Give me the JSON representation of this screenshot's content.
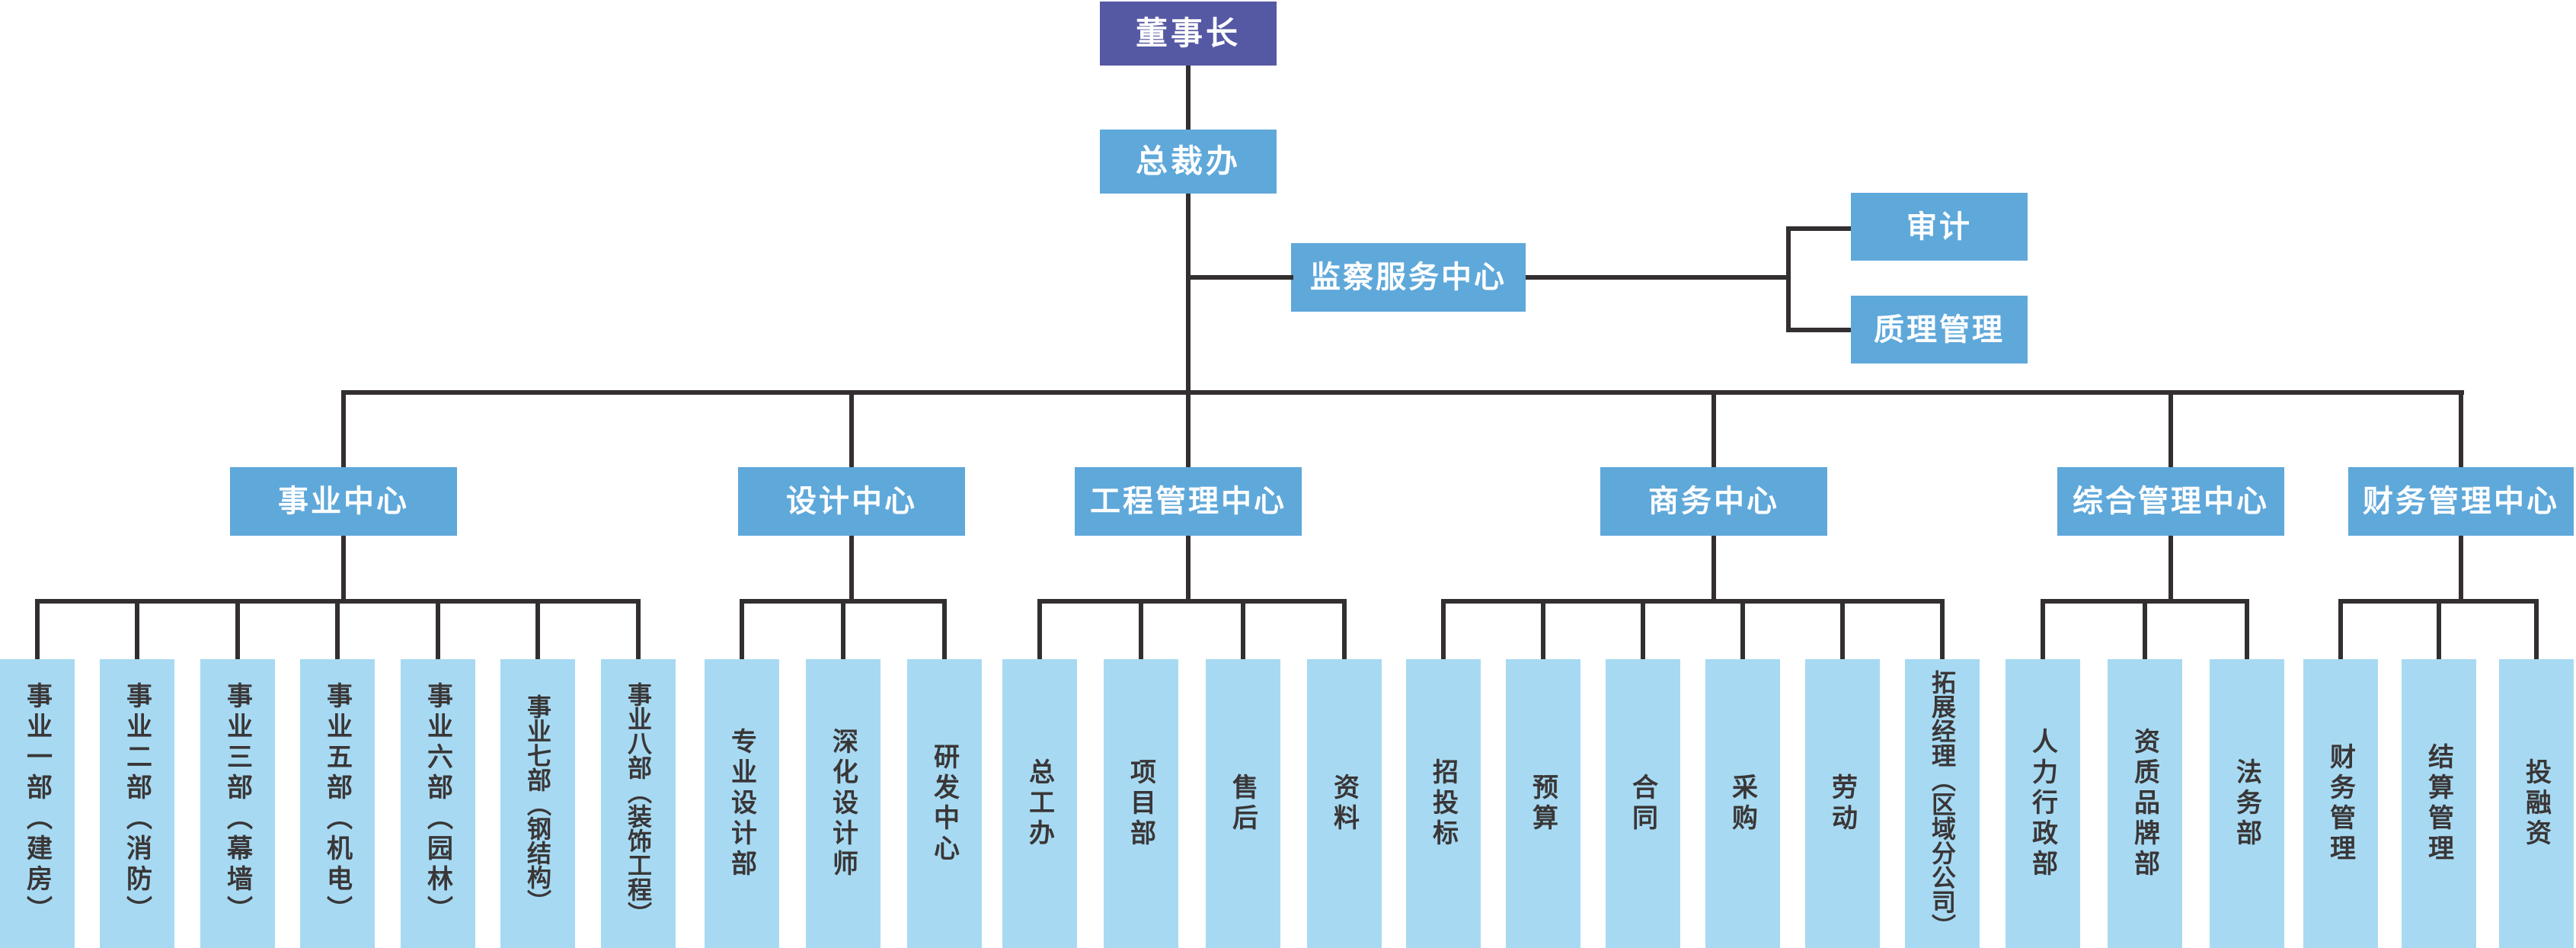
{
  "palette": {
    "chairman_bg": "#5558A3",
    "node_bg": "#5FA8DA",
    "leaf_bg": "#A7DAF2",
    "connector": "#332E2F",
    "node_text": "#FFFFFF",
    "leaf_text": "#3A3637"
  },
  "chairman": {
    "label": "董事长"
  },
  "president_office": {
    "label": "总裁办"
  },
  "supervision": {
    "label": "监察服务中心",
    "children": [
      {
        "label": "审计"
      },
      {
        "label": "质理管理"
      }
    ]
  },
  "centers": [
    {
      "label": "事业中心",
      "departments": [
        "事业一部（建房）",
        "事业二部（消防）",
        "事业三部（幕墙）",
        "事业五部（机电）",
        "事业六部（园林）",
        "事业七部（钢结构）",
        "事业八部（装饰工程）"
      ]
    },
    {
      "label": "设计中心",
      "departments": [
        "专业设计部",
        "深化设计师",
        "研发中心"
      ]
    },
    {
      "label": "工程管理中心",
      "departments": [
        "总工办",
        "项目部",
        "售后",
        "资料"
      ]
    },
    {
      "label": "商务中心",
      "departments": [
        "招投标",
        "预算",
        "合同",
        "采购",
        "劳动",
        "拓展经理（区域分公司）"
      ]
    },
    {
      "label": "综合管理中心",
      "departments": [
        "人力行政部",
        "资质品牌部",
        "法务部"
      ]
    },
    {
      "label": "财务管理中心",
      "departments": [
        "财务管理",
        "结算管理",
        "投融资"
      ]
    }
  ]
}
